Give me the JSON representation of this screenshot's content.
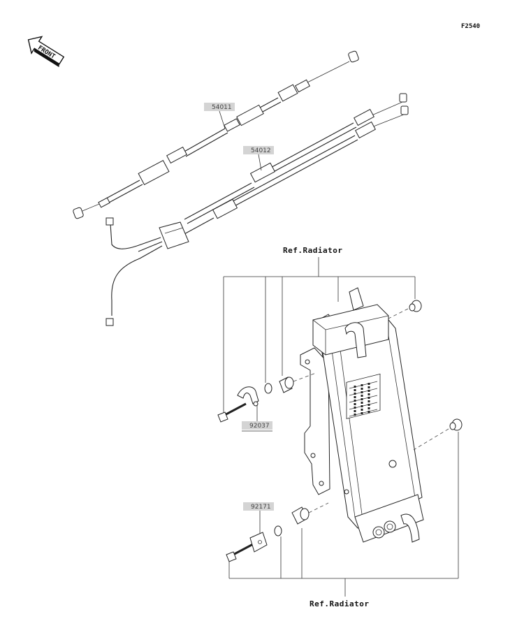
{
  "figure_code": "F2540",
  "front_arrow": {
    "label": "FRONT"
  },
  "parts": [
    {
      "code": "54011"
    },
    {
      "code": "54012"
    },
    {
      "code": "92037"
    },
    {
      "code": "92171"
    }
  ],
  "references": {
    "top": "Ref.Radiator",
    "bottom": "Ref.Radiator"
  }
}
